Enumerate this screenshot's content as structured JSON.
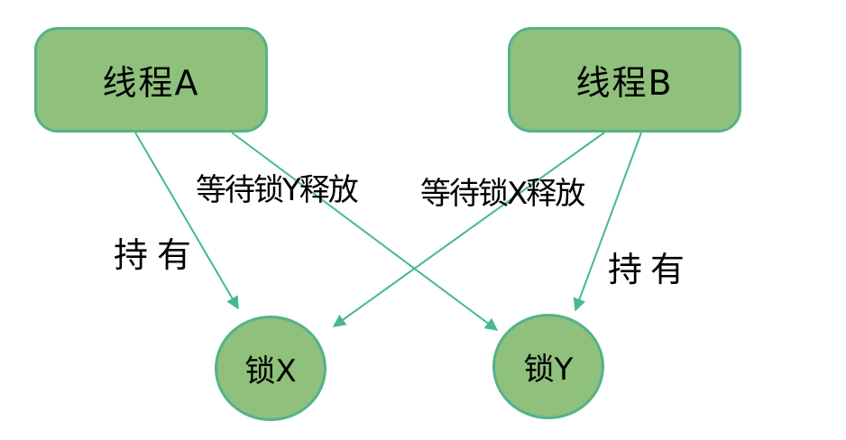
{
  "diagram": {
    "type": "deadlock-diagram",
    "colors": {
      "node_fill": "#8fc07c",
      "node_border": "#54b289",
      "arrow_color": "#47b98c",
      "label_text": "#000000",
      "background": "#ffffff"
    },
    "nodes": {
      "thread_a": {
        "label": "线程A",
        "shape": "rounded-rect"
      },
      "thread_b": {
        "label": "线程B",
        "shape": "rounded-rect"
      },
      "lock_x": {
        "label": "锁X",
        "shape": "circle"
      },
      "lock_y": {
        "label": "锁Y",
        "shape": "circle"
      }
    },
    "edges": [
      {
        "from": "线程A",
        "to": "锁X",
        "label": "持有"
      },
      {
        "from": "线程A",
        "to": "锁Y",
        "label": "等待锁Y释放"
      },
      {
        "from": "线程B",
        "to": "锁X",
        "label": "等待锁X释放"
      },
      {
        "from": "线程B",
        "to": "锁Y",
        "label": "持有"
      }
    ]
  }
}
